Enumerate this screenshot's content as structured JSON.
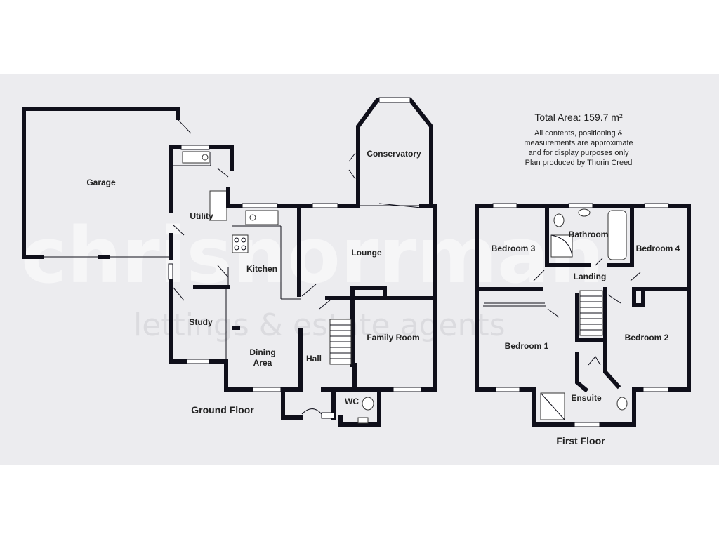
{
  "info": {
    "total_area": "Total Area: 159.7 m²",
    "disclaimer_lines": [
      "All contents, positioning &",
      "measurements are approximate",
      "and for display purposes only",
      "Plan produced by Thorin Creed"
    ]
  },
  "watermark": {
    "logo_text": "chrisnorrman",
    "tagline": "lettings & estate agents"
  },
  "ground_floor": {
    "title": "Ground Floor",
    "rooms": {
      "garage": "Garage",
      "utility": "Utility",
      "kitchen": "Kitchen",
      "lounge": "Lounge",
      "conservatory": "Conservatory",
      "study": "Study",
      "dining_line1": "Dining",
      "dining_line2": "Area",
      "hall": "Hall",
      "family_room": "Family Room",
      "wc": "WC"
    }
  },
  "first_floor": {
    "title": "First Floor",
    "rooms": {
      "bedroom3": "Bedroom 3",
      "bathroom": "Bathroom",
      "bedroom4": "Bedroom 4",
      "landing": "Landing",
      "bedroom1": "Bedroom 1",
      "bedroom2": "Bedroom 2",
      "ensuite": "Ensuite"
    }
  }
}
